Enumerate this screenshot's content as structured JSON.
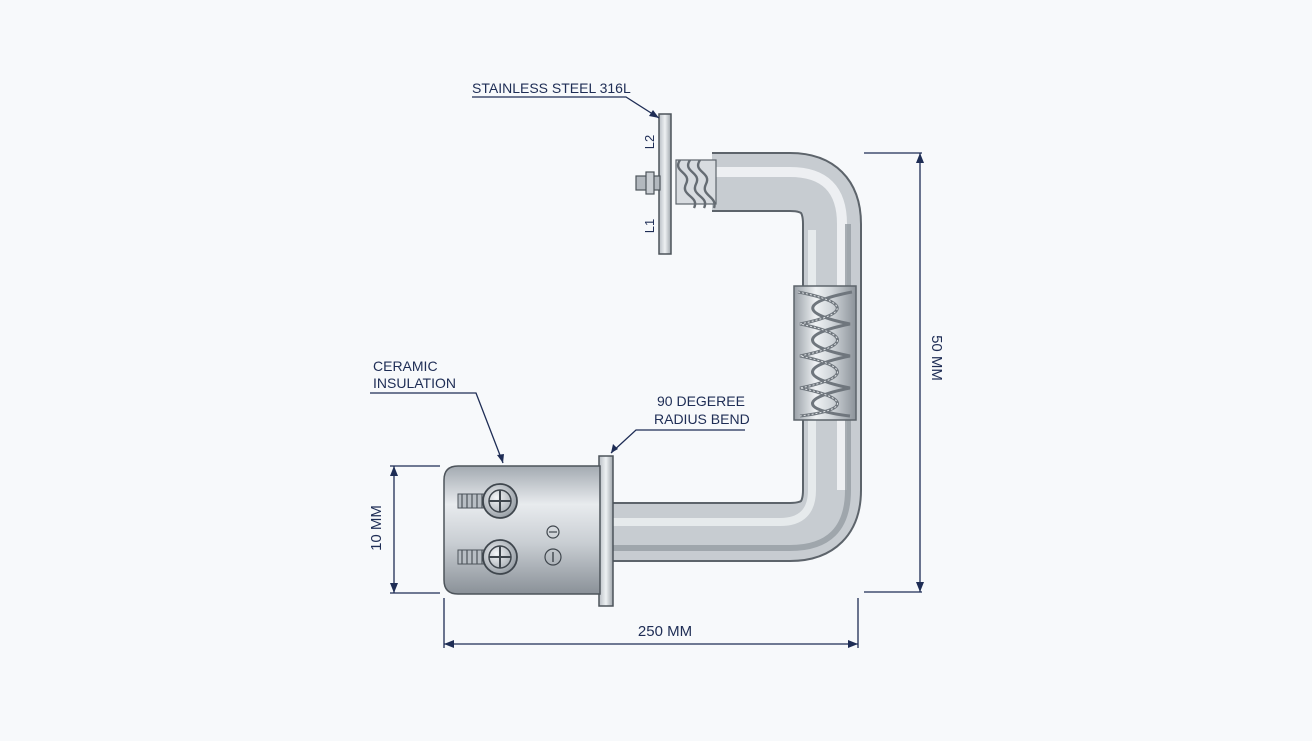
{
  "diagram": {
    "labels": {
      "material": "STAINLESS STEEL 316L",
      "insulation_line1": "CERAMIC",
      "insulation_line2": "INSULATION",
      "bend_line1": "90 DEGEREE",
      "bend_line2": "RADIUS BEND",
      "terminal_top": "L2",
      "terminal_bottom": "L1"
    },
    "dimensions": {
      "height_right": "50 MM",
      "height_left": "10 MM",
      "width_bottom": "250 MM"
    },
    "colors": {
      "line": "#1e2d55",
      "steel_light": "#e9ecef",
      "steel_dark": "#8e959c",
      "background": "#f7f9fb"
    }
  }
}
